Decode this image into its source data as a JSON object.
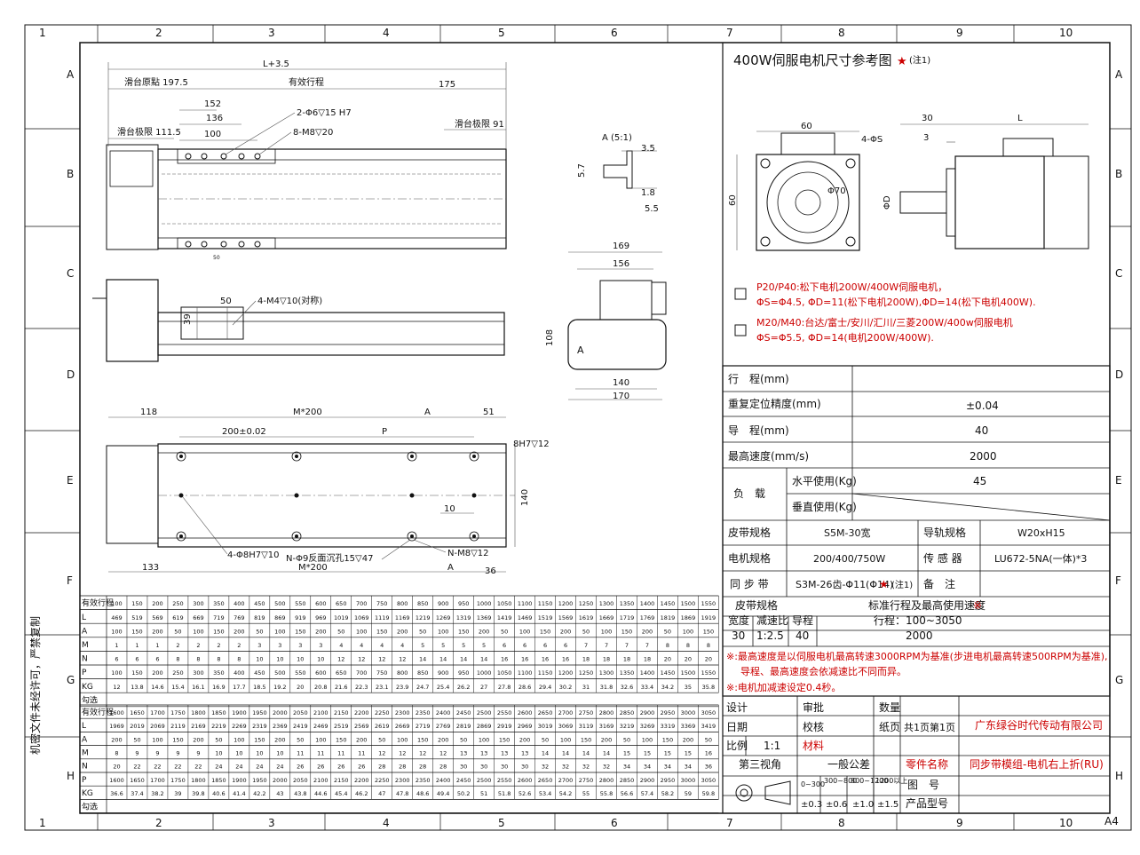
{
  "border": {
    "cols": [
      "1",
      "2",
      "3",
      "4",
      "5",
      "6",
      "7",
      "8",
      "9",
      "10"
    ],
    "rows": [
      "A",
      "B",
      "C",
      "D",
      "E",
      "F",
      "G",
      "H"
    ],
    "sheet_size": "A4",
    "side_note": "机密文件未经许可，严禁复制"
  },
  "side_view_top": {
    "overall": "L+3.5",
    "slide_origin": "滑台原點 197.5",
    "effective_stroke": "有效行程",
    "right_end": "175",
    "dims": [
      "152",
      "136",
      "100"
    ],
    "slide_limit_left": "滑台极限 111.5",
    "slide_limit_right": "滑台极限 91",
    "hole1": "2-Φ6▽15 H7",
    "hole2": "8-M8▽20",
    "small": "50"
  },
  "side_view_mid": {
    "d50": "50",
    "d39": "39",
    "hole": "4-M4▽10(对称)"
  },
  "detail_a": {
    "title": "A (5:1)",
    "d35": "3.5",
    "d57": "5.7",
    "d18": "1.8",
    "d55": "5.5"
  },
  "end_view": {
    "d169": "169",
    "d156": "156",
    "d108": "108",
    "d140": "140",
    "d170": "170",
    "label_a": "A"
  },
  "bottom_view": {
    "d118": "118",
    "m200": "M*200",
    "a": "A",
    "d51": "51",
    "d200": "200±0.02",
    "p": "P",
    "h8": "8H7▽12",
    "d140": "140",
    "d10": "10",
    "d133": "133",
    "m200b": "M*200",
    "ab": "A",
    "d36": "36",
    "hole1": "4-Φ8H7▽10",
    "hole2": "N-Φ9反面沉孔15▽47",
    "hole3": "N-M8▽12"
  },
  "motor": {
    "title": "400W伺服电机尺寸参考图",
    "note": "(注1)",
    "d60": "60",
    "d60v": "60",
    "phi70": "Φ70",
    "holes": "4-ΦS",
    "d30": "30",
    "d3": "3",
    "L": "L",
    "phiD": "ΦD",
    "opt1_line1": "P20/P40:松下电机200W/400W伺服电机，",
    "opt1_line2": "ΦS=Φ4.5, ΦD=11(松下电机200W),ΦD=14(松下电机400W).",
    "opt2_line1": "M20/M40:台达/富士/安川/汇川/三菱200W/400w伺服电机",
    "opt2_line2": "ΦS=Φ5.5, ΦD=14(电机200W/400W)."
  },
  "spec": {
    "rows": [
      {
        "label": "行　程(mm)",
        "value": ""
      },
      {
        "label": "重复定位精度(mm)",
        "value": "±0.04"
      },
      {
        "label": "导　程(mm)",
        "value": "40"
      },
      {
        "label": "最高速度(mm/s)",
        "value": "2000"
      }
    ],
    "load_label": "负　载",
    "load_h": "水平使用(Kg)",
    "load_h_val": "45",
    "load_v": "垂直使用(Kg)",
    "load_v_val": "",
    "belt": "皮带规格",
    "belt_val": "S5M-30宽",
    "rail": "导轨规格",
    "rail_val": "W20xH15",
    "motor": "电机规格",
    "motor_val": "200/400/750W",
    "sensor": "传 感 器",
    "sensor_val": "LU672-5NA(一体)*3",
    "sync": "同 步 带",
    "sync_val": "S3M-26齿-Φ11(Φ14)",
    "sync_note": "(注1)",
    "remark": "备　注",
    "belt_spec": "皮带规格",
    "std_title": "标准行程及最高使用速度",
    "std_mark": "※",
    "w": "宽度",
    "ratio": "减速比",
    "lead": "导程",
    "stroke": "行程：100~3050",
    "w_val": "30",
    "ratio_val": "1:2.5",
    "lead_val": "40",
    "speed_val": "2000",
    "note1": "※:最高速度是以伺服电机最高转速3000RPM为基准(步进电机最高转速500RPM为基准),",
    "note2": "导程、最高速度会依减速比不同而异。",
    "note3": "※:电机加减速设定0.4秒。"
  },
  "title_block": {
    "design": "设计",
    "approve": "审批",
    "qty": "数量",
    "date": "日期",
    "check": "校核",
    "pages_label": "纸页",
    "pages": "共1页第1页",
    "company": "广东绿谷时代传动有限公司",
    "scale": "比例",
    "scale_val": "1:1",
    "material": "材料",
    "view": "第三视角",
    "tol": "一般公差",
    "part_name": "零件名称",
    "part_val": "同步带模组-电机右上折(RU)",
    "drawing": "图　号",
    "model": "产品型号",
    "tol_heads": [
      "0~300",
      "300~800",
      "800~1200",
      "1200以上"
    ],
    "tol_vals": [
      "±0.3",
      "±0.6",
      "±1.0",
      "±1.5"
    ]
  },
  "table1": {
    "row_labels": [
      "有效行程",
      "L",
      "A",
      "M",
      "N",
      "P",
      "KG",
      "勾选"
    ],
    "stroke": [
      "100",
      "150",
      "200",
      "250",
      "300",
      "350",
      "400",
      "450",
      "500",
      "550",
      "600",
      "650",
      "700",
      "750",
      "800",
      "850",
      "900",
      "950",
      "1000",
      "1050",
      "1100",
      "1150",
      "1200",
      "1250",
      "1300",
      "1350",
      "1400",
      "1450",
      "1500",
      "1550"
    ],
    "L": [
      "469",
      "519",
      "569",
      "619",
      "669",
      "719",
      "769",
      "819",
      "869",
      "919",
      "969",
      "1019",
      "1069",
      "1119",
      "1169",
      "1219",
      "1269",
      "1319",
      "1369",
      "1419",
      "1469",
      "1519",
      "1569",
      "1619",
      "1669",
      "1719",
      "1769",
      "1819",
      "1869",
      "1919"
    ],
    "A": [
      "100",
      "150",
      "200",
      "50",
      "100",
      "150",
      "200",
      "50",
      "100",
      "150",
      "200",
      "50",
      "100",
      "150",
      "200",
      "50",
      "100",
      "150",
      "200",
      "50",
      "100",
      "150",
      "200",
      "50",
      "100",
      "150",
      "200",
      "50",
      "100",
      "150"
    ],
    "M": [
      "1",
      "1",
      "1",
      "2",
      "2",
      "2",
      "2",
      "3",
      "3",
      "3",
      "3",
      "4",
      "4",
      "4",
      "4",
      "5",
      "5",
      "5",
      "5",
      "6",
      "6",
      "6",
      "6",
      "7",
      "7",
      "7",
      "7",
      "8",
      "8",
      "8"
    ],
    "N": [
      "6",
      "6",
      "6",
      "8",
      "8",
      "8",
      "8",
      "10",
      "10",
      "10",
      "10",
      "12",
      "12",
      "12",
      "12",
      "14",
      "14",
      "14",
      "14",
      "16",
      "16",
      "16",
      "16",
      "18",
      "18",
      "18",
      "18",
      "20",
      "20",
      "20"
    ],
    "P": [
      "100",
      "150",
      "200",
      "250",
      "300",
      "350",
      "400",
      "450",
      "500",
      "550",
      "600",
      "650",
      "700",
      "750",
      "800",
      "850",
      "900",
      "950",
      "1000",
      "1050",
      "1100",
      "1150",
      "1200",
      "1250",
      "1300",
      "1350",
      "1400",
      "1450",
      "1500",
      "1550"
    ],
    "KG": [
      "12",
      "13.8",
      "14.6",
      "15.4",
      "16.1",
      "16.9",
      "17.7",
      "18.5",
      "19.2",
      "20",
      "20.8",
      "21.6",
      "22.3",
      "23.1",
      "23.9",
      "24.7",
      "25.4",
      "26.2",
      "27",
      "27.8",
      "28.6",
      "29.4",
      "30.2",
      "31",
      "31.8",
      "32.6",
      "33.4",
      "34.2",
      "35",
      "35.8"
    ]
  },
  "table2": {
    "row_labels": [
      "有效行程",
      "L",
      "A",
      "M",
      "N",
      "P",
      "KG",
      "勾选"
    ],
    "stroke": [
      "1600",
      "1650",
      "1700",
      "1750",
      "1800",
      "1850",
      "1900",
      "1950",
      "2000",
      "2050",
      "2100",
      "2150",
      "2200",
      "2250",
      "2300",
      "2350",
      "2400",
      "2450",
      "2500",
      "2550",
      "2600",
      "2650",
      "2700",
      "2750",
      "2800",
      "2850",
      "2900",
      "2950",
      "3000",
      "3050"
    ],
    "L": [
      "1969",
      "2019",
      "2069",
      "2119",
      "2169",
      "2219",
      "2269",
      "2319",
      "2369",
      "2419",
      "2469",
      "2519",
      "2569",
      "2619",
      "2669",
      "2719",
      "2769",
      "2819",
      "2869",
      "2919",
      "2969",
      "3019",
      "3069",
      "3119",
      "3169",
      "3219",
      "3269",
      "3319",
      "3369",
      "3419"
    ],
    "A": [
      "200",
      "50",
      "100",
      "150",
      "200",
      "50",
      "100",
      "150",
      "200",
      "50",
      "100",
      "150",
      "200",
      "50",
      "100",
      "150",
      "200",
      "50",
      "100",
      "150",
      "200",
      "50",
      "100",
      "150",
      "200",
      "50",
      "100",
      "150",
      "200",
      "50"
    ],
    "M": [
      "8",
      "9",
      "9",
      "9",
      "9",
      "10",
      "10",
      "10",
      "10",
      "11",
      "11",
      "11",
      "11",
      "12",
      "12",
      "12",
      "12",
      "13",
      "13",
      "13",
      "13",
      "14",
      "14",
      "14",
      "14",
      "15",
      "15",
      "15",
      "15",
      "16"
    ],
    "N": [
      "20",
      "22",
      "22",
      "22",
      "22",
      "24",
      "24",
      "24",
      "24",
      "26",
      "26",
      "26",
      "26",
      "28",
      "28",
      "28",
      "28",
      "30",
      "30",
      "30",
      "30",
      "32",
      "32",
      "32",
      "32",
      "34",
      "34",
      "34",
      "34",
      "36"
    ],
    "P": [
      "1600",
      "1650",
      "1700",
      "1750",
      "1800",
      "1850",
      "1900",
      "1950",
      "2000",
      "2050",
      "2100",
      "2150",
      "2200",
      "2250",
      "2300",
      "2350",
      "2400",
      "2450",
      "2500",
      "2550",
      "2600",
      "2650",
      "2700",
      "2750",
      "2800",
      "2850",
      "2900",
      "2950",
      "3000",
      "3050"
    ],
    "KG": [
      "36.6",
      "37.4",
      "38.2",
      "39",
      "39.8",
      "40.6",
      "41.4",
      "42.2",
      "43",
      "43.8",
      "44.6",
      "45.4",
      "46.2",
      "47",
      "47.8",
      "48.6",
      "49.4",
      "50.2",
      "51",
      "51.8",
      "52.6",
      "53.4",
      "54.2",
      "55",
      "55.8",
      "56.6",
      "57.4",
      "58.2",
      "59",
      "59.8"
    ]
  }
}
